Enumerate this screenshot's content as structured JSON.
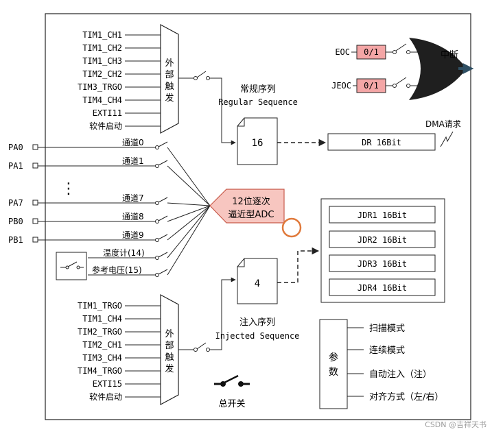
{
  "regular_triggers": [
    "TIM1_CH1",
    "TIM1_CH2",
    "TIM1_CH3",
    "TIM2_CH2",
    "TIM3_TRGO",
    "TIM4_CH4",
    "EXTI11",
    "软件启动"
  ],
  "external_trigger_mux_label": [
    "外",
    "部",
    "触",
    "发"
  ],
  "regular_sequence": {
    "title_cn": "常规序列",
    "title_en": "Regular Sequence",
    "count": "16"
  },
  "injected_sequence": {
    "title_cn": "注入序列",
    "title_en": "Injected Sequence",
    "count": "4"
  },
  "dr_register": "DR 16Bit",
  "dma_request": "DMA请求",
  "eoc_label": "EOC",
  "jeoc_label": "JEOC",
  "flag_value": "0/1",
  "interrupt": "中断",
  "pins": [
    "PA0",
    "PA1",
    "PA7",
    "PB0",
    "PB1"
  ],
  "channels": [
    "通道0",
    "通道1",
    "通道7",
    "通道8",
    "通道9",
    "温度计(14)",
    "参考电压(15)"
  ],
  "ellipsis": "⋮",
  "adc_label": [
    "12位逐次",
    "逼近型ADC"
  ],
  "jdr_registers": [
    "JDR1 16Bit",
    "JDR2 16Bit",
    "JDR3 16Bit",
    "JDR4 16Bit"
  ],
  "injected_triggers": [
    "TIM1_TRGO",
    "TIM1_CH4",
    "TIM2_TRGO",
    "TIM2_CH1",
    "TIM3_CH4",
    "TIM4_TRGO",
    "EXTI15",
    "软件启动"
  ],
  "master_switch": "总开关",
  "params_title": [
    "参",
    "数"
  ],
  "params": [
    "扫描模式",
    "连续模式",
    "自动注入（注）",
    "对齐方式（左/右）"
  ],
  "watermark": "CSDN @吉祥天书",
  "colors": {
    "line": "#222222",
    "flag_fill": "#f4a6a6",
    "adc_fill": "#f7c6c0",
    "adc_stroke": "#c75a4a",
    "highlight_ring": "#e07a3c"
  }
}
